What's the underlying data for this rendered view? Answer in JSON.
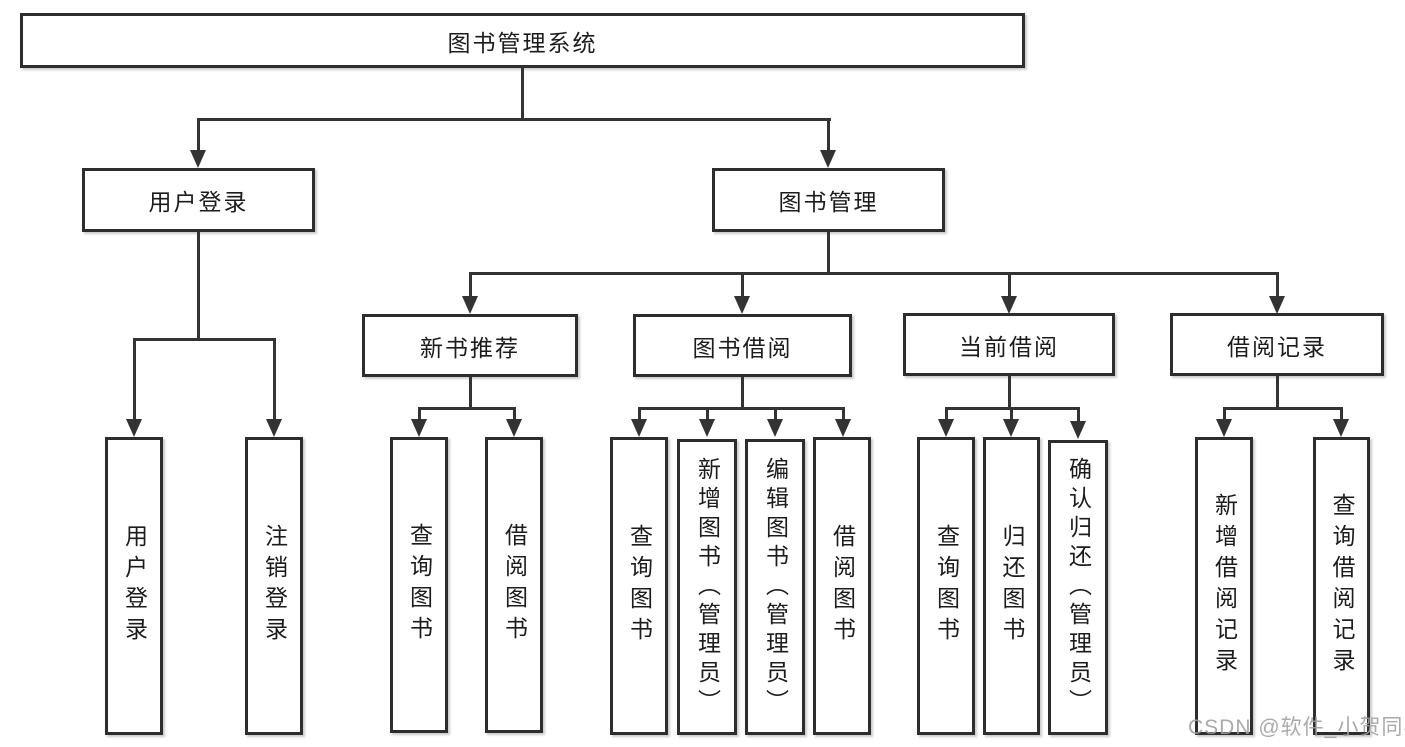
{
  "diagram": {
    "root_label": "图书管理系统",
    "user_login": {
      "label": "用户登录",
      "children": [
        "用户登录",
        "注销登录"
      ]
    },
    "book_management": {
      "label": "图书管理",
      "sections": [
        {
          "label": "新书推荐",
          "children": [
            "查询图书",
            "借阅图书"
          ]
        },
        {
          "label": "图书借阅",
          "children": [
            "查询图书",
            "新增图书（管理员）",
            "编辑图书（管理员）",
            "借阅图书"
          ]
        },
        {
          "label": "当前借阅",
          "children": [
            "查询图书",
            "归还图书",
            "确认归还（管理员）"
          ]
        },
        {
          "label": "借阅记录",
          "children": [
            "新增借阅记录",
            "查询借阅记录"
          ]
        }
      ]
    }
  },
  "watermark": "CSDN @软件_小贺同学",
  "colors": {
    "line": "#333333",
    "box_border": "#2d2d2d",
    "box_background": "#ffffff",
    "text": "#1c1c1c",
    "watermark": "#9e9e9e"
  }
}
